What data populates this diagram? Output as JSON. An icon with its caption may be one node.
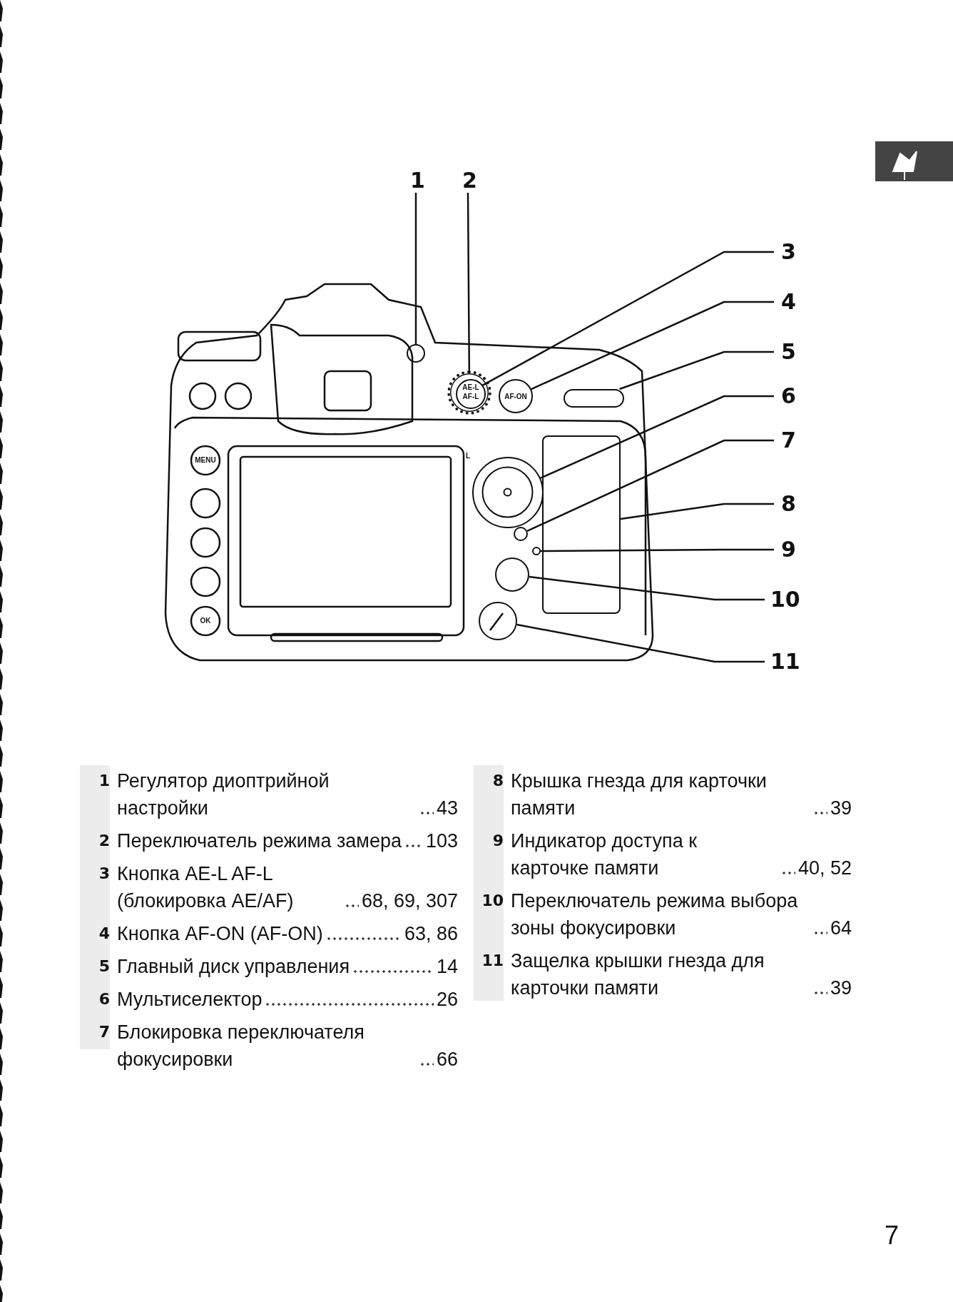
{
  "diagram": {
    "nodes": [
      {
        "text": [
          "1"
        ]
      },
      {
        "text": [
          "2"
        ]
      },
      {
        "text": [
          "3"
        ]
      },
      {
        "text": [
          "4"
        ]
      },
      {
        "text": [
          "5"
        ]
      },
      {
        "text": [
          "6"
        ]
      },
      {
        "text": [
          "7"
        ]
      },
      {
        "text": [
          "8"
        ]
      },
      {
        "text": [
          "9"
        ]
      },
      {
        "text": [
          "10"
        ]
      },
      {
        "text": [
          "11"
        ]
      },
      {
        "text": [],
        "shape": "circle"
      },
      {
        "text": [],
        "shape": "circle"
      },
      {
        "text": [],
        "shape": "circle",
        "in": 12
      },
      {
        "text": [],
        "shape": "circle"
      },
      {
        "text": [],
        "shape": "bar"
      },
      {
        "text": [],
        "shape": "circle"
      },
      {
        "text": [],
        "shape": "circle"
      },
      {
        "text": [],
        "shape": "box"
      },
      {
        "text": [],
        "shape": "circle"
      },
      {
        "text": [],
        "shape": "circle"
      },
      {
        "text": [],
        "shape": "circle"
      }
    ],
    "edges": [
      {
        "from": 0,
        "to": 11,
        "arrow": "none"
      },
      {
        "from": 1,
        "to": 12,
        "arrow": "none"
      },
      {
        "from": 2,
        "to": 13,
        "arrow": "none"
      },
      {
        "from": 3,
        "to": 14,
        "arrow": "none"
      },
      {
        "from": 4,
        "to": 15,
        "arrow": "none"
      },
      {
        "from": 5,
        "to": 16,
        "arrow": "none"
      },
      {
        "from": 6,
        "to": 17,
        "arrow": "none"
      },
      {
        "from": 7,
        "to": 18,
        "arrow": "none"
      },
      {
        "from": 8,
        "to": 19,
        "arrow": "none"
      },
      {
        "from": 9,
        "to": 20,
        "arrow": "none"
      },
      {
        "from": 10,
        "to": 21,
        "arrow": "none"
      }
    ],
    "labels": [
      "AE-L",
      "AF-L",
      "AF-ON",
      "MENU",
      "L",
      "OK",
      "1",
      "Регулятор диоптрийной настройки",
      "43",
      "2",
      "Переключатель режима замера",
      "103",
      "3",
      "Кнопка AE-L AF-L (блокировка AE/AF)",
      "68, 69, 307",
      "4",
      "Кнопка AF-ON (AF-ON)",
      "63, 86",
      "5",
      "Главный диск управления",
      "14",
      "6",
      "Мультиселектор",
      "26",
      "7",
      "Блокировка переключателя фокусировки",
      "66",
      "8",
      "Крышка гнезда для карточки памяти",
      "39",
      "9",
      "Индикатор доступа к карточке памяти",
      "40, 52",
      "10",
      "Переключатель режима выбора зоны фокусировки",
      "64",
      "11",
      "Защелка крышки гнезда для карточки памяти",
      "39",
      "7"
    ]
  }
}
